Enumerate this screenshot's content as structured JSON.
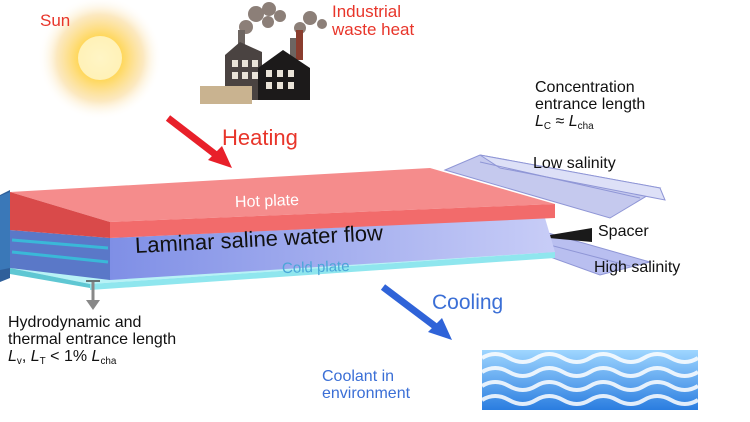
{
  "labels": {
    "sun": "Sun",
    "industrial_line1": "Industrial",
    "industrial_line2": "waste heat",
    "heating": "Heating",
    "cooling": "Cooling",
    "hot_plate": "Hot plate",
    "cold_plate": "Cold plate",
    "flow": "Laminar saline water flow",
    "low_salinity": "Low salinity",
    "spacer": "Spacer",
    "high_salinity": "High salinity",
    "conc_line1": "Concentration",
    "conc_line2": "entrance length",
    "conc_eq": {
      "L": "L",
      "c": "C",
      "op": " ≈ ",
      "L2": "L",
      "cha": "cha"
    },
    "hydro_line1": "Hydrodynamic and",
    "hydro_line2": "thermal entrance length",
    "hydro_eq": {
      "L": "L",
      "v": "v",
      "sep": ", ",
      "L2": "L",
      "t": "T",
      "op": " < 1% ",
      "L3": "L",
      "cha": "cha"
    },
    "coolant_line1": "Coolant in",
    "coolant_line2": "environment"
  },
  "colors": {
    "hot_plate": "#f26b6b",
    "cold_plate": "#8fe6ee",
    "flow": "#aeb8f2",
    "heating_arrow": "#e8202a",
    "cooling_arrow": "#2f63d8",
    "text_red": "#e8352a",
    "text_blue": "#3b6fd6"
  },
  "icons": [
    "sun-icon",
    "factory-icon",
    "smoke-icon",
    "water-waves-icon",
    "spacer-icon"
  ]
}
